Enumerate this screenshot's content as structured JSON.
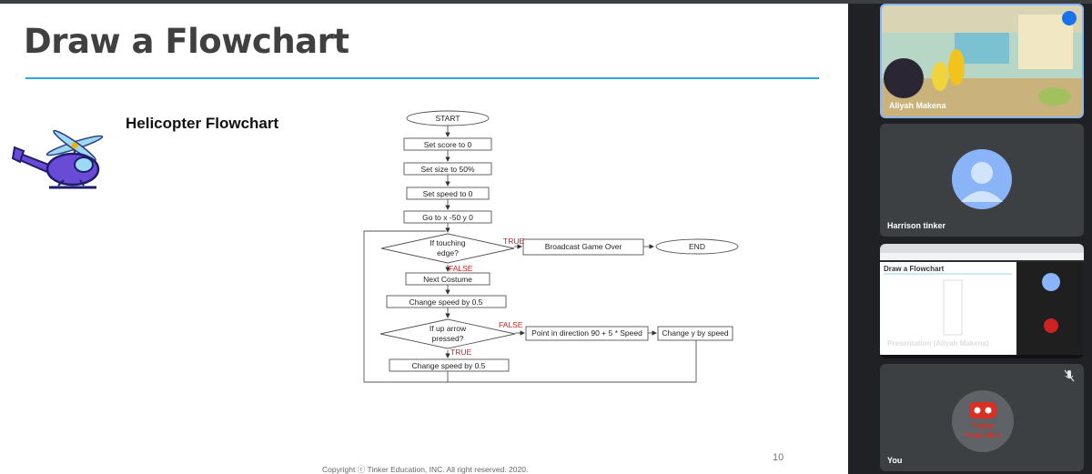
{
  "slide": {
    "title": "Draw a Flowchart",
    "subtitle": "Helicopter Flowchart",
    "page_number": "10",
    "copyright": "Copyright ⓒ Tinker Education, INC. All right reserved. 2020."
  },
  "flowchart": {
    "start": "START",
    "score": "Set score to 0",
    "size": "Set size to 50%",
    "speed": "Set speed to 0",
    "goto": "Go to x -50 y 0",
    "if_touch_1": "If touching",
    "if_touch_2": "edge?",
    "true1": "TRUE",
    "false1": "FALSE",
    "broadcast": "Broadcast Game Over",
    "end": "END",
    "next_costume": "Next Costume",
    "change_speed_1": "Change speed by 0.5",
    "if_up_1": "If up arrow",
    "if_up_2": "pressed?",
    "false2": "FALSE",
    "true2": "TRUE",
    "point": "Point in direction 90 + 5 * Speed",
    "change_y": "Change y by speed",
    "change_speed_2": "Change speed by 0.5"
  },
  "participants": [
    {
      "name": "Aliyah Makena",
      "status": "speaking"
    },
    {
      "name": "Harrison tinker"
    },
    {
      "name": "Presentation (Aliyah Makena)"
    },
    {
      "name": "You",
      "logo_text": "Tinker Education",
      "mic": "muted"
    }
  ],
  "presentation_thumb": {
    "title": "Draw a Flowchart"
  },
  "colors": {
    "accent_rule": "#29a8d8",
    "tile_bg": "#3c4043",
    "active_border": "#8ab4f8",
    "true_false_label": "#d21b1b"
  }
}
